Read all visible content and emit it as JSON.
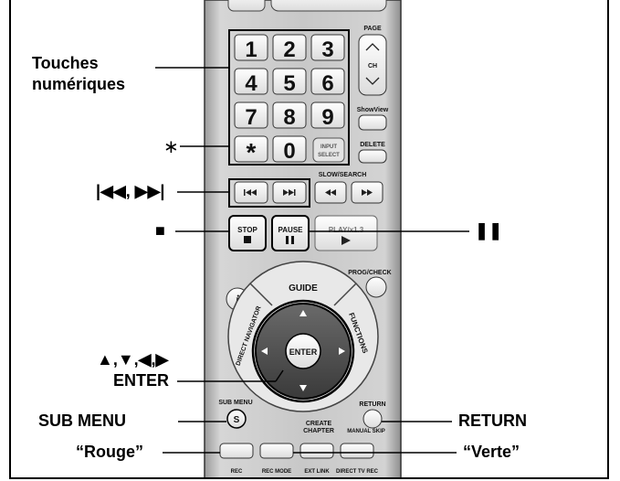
{
  "labels": {
    "numeric_keys_line1": "Touches",
    "numeric_keys_line2": "numériques",
    "asterisk": "∗",
    "skip": "|◀◀, ▶▶|",
    "stop": "■",
    "pause": "❚❚",
    "arrows": "▲,▼,◀,▶",
    "enter": "ENTER",
    "sub_menu": "SUB MENU",
    "return": "RETURN",
    "red": "“Rouge”",
    "green": "“Verte”"
  },
  "remote": {
    "keys": [
      "1",
      "2",
      "3",
      "4",
      "5",
      "6",
      "7",
      "8",
      "9",
      "*",
      "0"
    ],
    "page": "PAGE",
    "ch": "CH",
    "showview": "ShowView",
    "input": "INPUT",
    "select": "SELECT",
    "delete": "DELETE",
    "slow_search": "SLOW/SEARCH",
    "stop": "STOP",
    "pause": "PAUSE",
    "play": "PLAY/x1.3",
    "prog_check": "PROG/CHECK",
    "info": "i",
    "guide": "GUIDE",
    "functions": "FUNCTIONS",
    "direct_navigator": "DIRECT NAVIGATOR",
    "enter": "ENTER",
    "sub_menu": "SUB MENU",
    "s": "S",
    "return": "RETURN",
    "create": "CREATE",
    "chapter": "CHAPTER",
    "manual_skip": "MANUAL SKIP",
    "rec": "REC",
    "rec_mode": "REC MODE",
    "ext_link": "EXT LINK",
    "direct_tv_rec": "DIRECT TV REC"
  }
}
